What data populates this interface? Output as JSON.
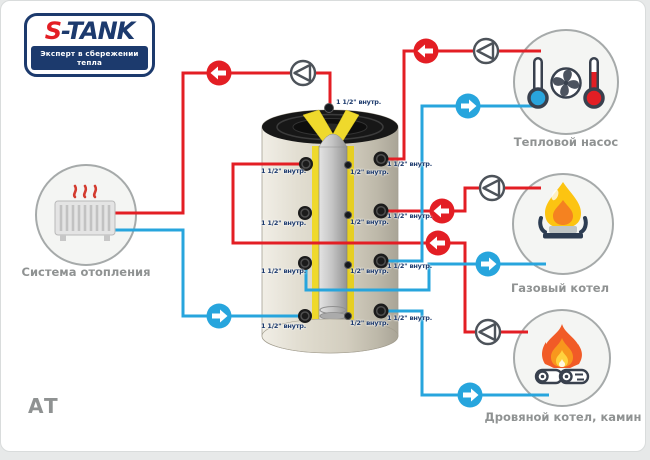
{
  "colors": {
    "hot": "#e31e24",
    "cold": "#27a5dd",
    "navy": "#1c3a6d",
    "label_gray": "#8f9292",
    "pump": "#4d535a"
  },
  "logo": {
    "brand_s": "S",
    "brand_rest": "-TANK",
    "tagline": "Эксперт в сбережении тепла"
  },
  "product_code": "АТ",
  "nodes": {
    "heating_system": {
      "label": "Система отопления"
    },
    "heat_pump": {
      "label": "Тепловой насос"
    },
    "gas_boiler": {
      "label": "Газовый котел"
    },
    "wood_boiler": {
      "label": "Дровяной котел, камин"
    }
  },
  "tank": {
    "top_port_label": "1 1/2\" внутр.",
    "left_port_labels": [
      "1 1/2\" внутр.",
      "1 1/2\" внутр.",
      "1 1/2\" внутр.",
      "1 1/2\" внутр."
    ],
    "sensor_port_labels": [
      "1/2\" внутр.",
      "1/2\" внутр.",
      "1/2\" внутр.",
      "1/2\" внутр."
    ],
    "right_port_labels": [
      "1 1/2\" внутр.",
      "1 1/2\" внутр.",
      "1 1/2\" внутр.",
      "1 1/2\" внутр."
    ]
  }
}
